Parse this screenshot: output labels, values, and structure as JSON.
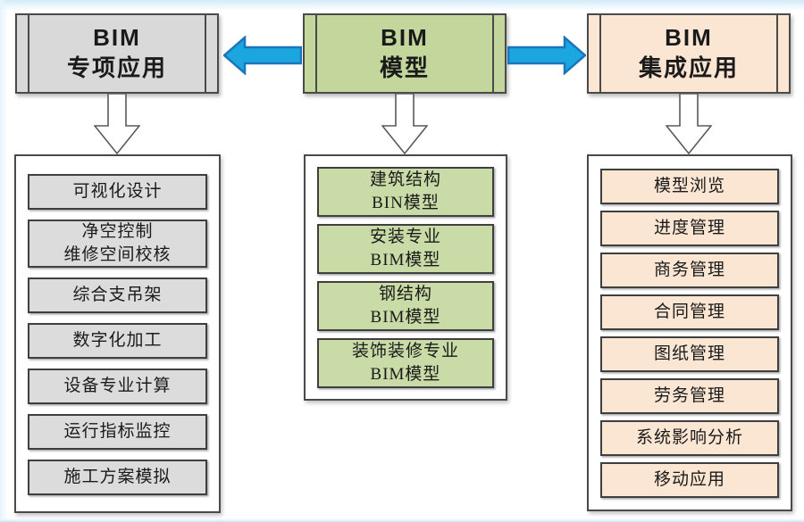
{
  "colors": {
    "gray_fill": "#d9d9d9",
    "green_fill": "#c3d69b",
    "cream_fill": "#fbe5d3",
    "box_border": "#4a4a4a",
    "text": "#1a1a1a",
    "arrow_fill": "#1ca6e0",
    "arrow_stroke": "#1b75bc",
    "down_arrow_fill": "#ffffff",
    "down_arrow_stroke": "#5a5a5a"
  },
  "columns": [
    {
      "header": "BIM\n专项应用",
      "items": [
        "可视化设计",
        "净空控制\n维修空间校核",
        "综合支吊架",
        "数字化加工",
        "设备专业计算",
        "运行指标监控",
        "施工方案模拟"
      ]
    },
    {
      "header": "BIM\n模型",
      "items": [
        "建筑结构\nBIN模型",
        "安装专业\nBIM模型",
        "钢结构\nBIM模型",
        "装饰装修专业\nBIM模型"
      ]
    },
    {
      "header": "BIM\n集成应用",
      "items": [
        "模型浏览",
        "进度管理",
        "商务管理",
        "合同管理",
        "图纸管理",
        "劳务管理",
        "系统影响分析",
        "移动应用"
      ]
    }
  ],
  "icons": {
    "left_arrow": "block-arrow-left",
    "right_arrow": "block-arrow-right",
    "down_arrow": "hollow-block-arrow-down"
  }
}
